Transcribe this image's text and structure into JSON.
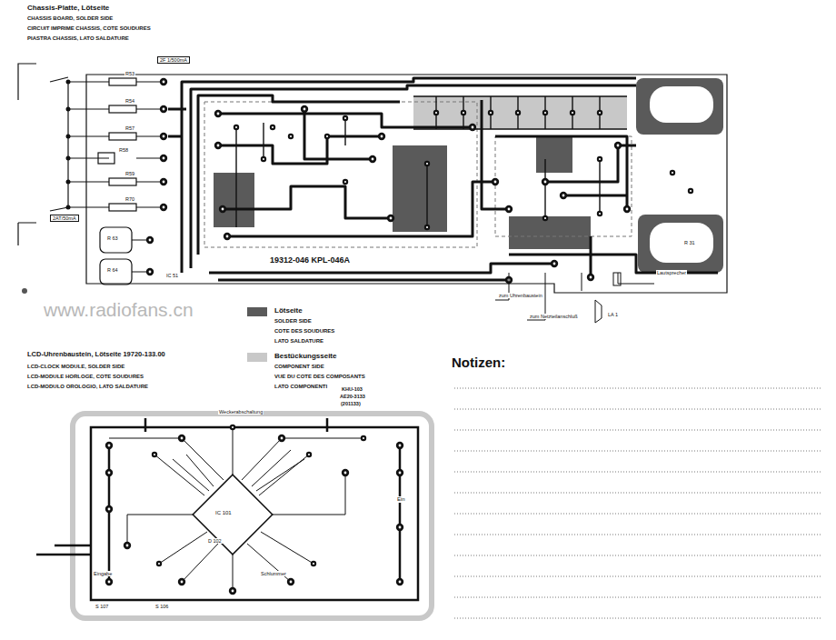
{
  "diagram": {
    "title": "Chassis-Platte, Lötseite",
    "labels": [
      "CHASSIS BOARD, SOLDER SIDE",
      "CIRCUIT IMPRIME CHASSIS, COTE SOUDURES",
      "PIASTRA CHASSIS, LATO SALDATURE",
      "2F 1/500mA",
      "R53",
      "R54",
      "R57",
      "R58",
      "R59",
      "R70",
      "2AT/50mA",
      "R 63",
      "R 64",
      "IC 51",
      "19312-046 KPL-046A",
      "zum Uhrenbaustein",
      "zum Netzteilanschluß",
      "LA 1",
      "Lautsprecher",
      "R 31",
      "SOLDER SIDE",
      "COTE DES SOUDURES",
      "LATO SALDATURE",
      "COMPONENT SIDE",
      "VUE DU COTE DES COMPOSANTS",
      "LATO COMPONENTI",
      "LCD-Uhrenbaustein, Lötseite 19720-133.00",
      "LCD-CLOCK MODULE, SOLDER SIDE",
      "LCD-MODULE HORLOGE, COTE SOUDURES",
      "LCD-MODULO OROLOGIO, LATO SALDATURE",
      "Notizen:",
      "www.radiofans.cn",
      "Weckerabschaltung",
      "KHU-103",
      "AE20-3133",
      "(201133)",
      "IC 101",
      "Eingabe",
      "Schlummer",
      "S 107",
      "S 106",
      "D 102",
      "Ein"
    ],
    "legend": [
      {
        "text": "Lötseite",
        "color": "#5a5a5a"
      },
      {
        "text": "Bestückungsseite",
        "color": "#c8c8c8"
      }
    ]
  }
}
